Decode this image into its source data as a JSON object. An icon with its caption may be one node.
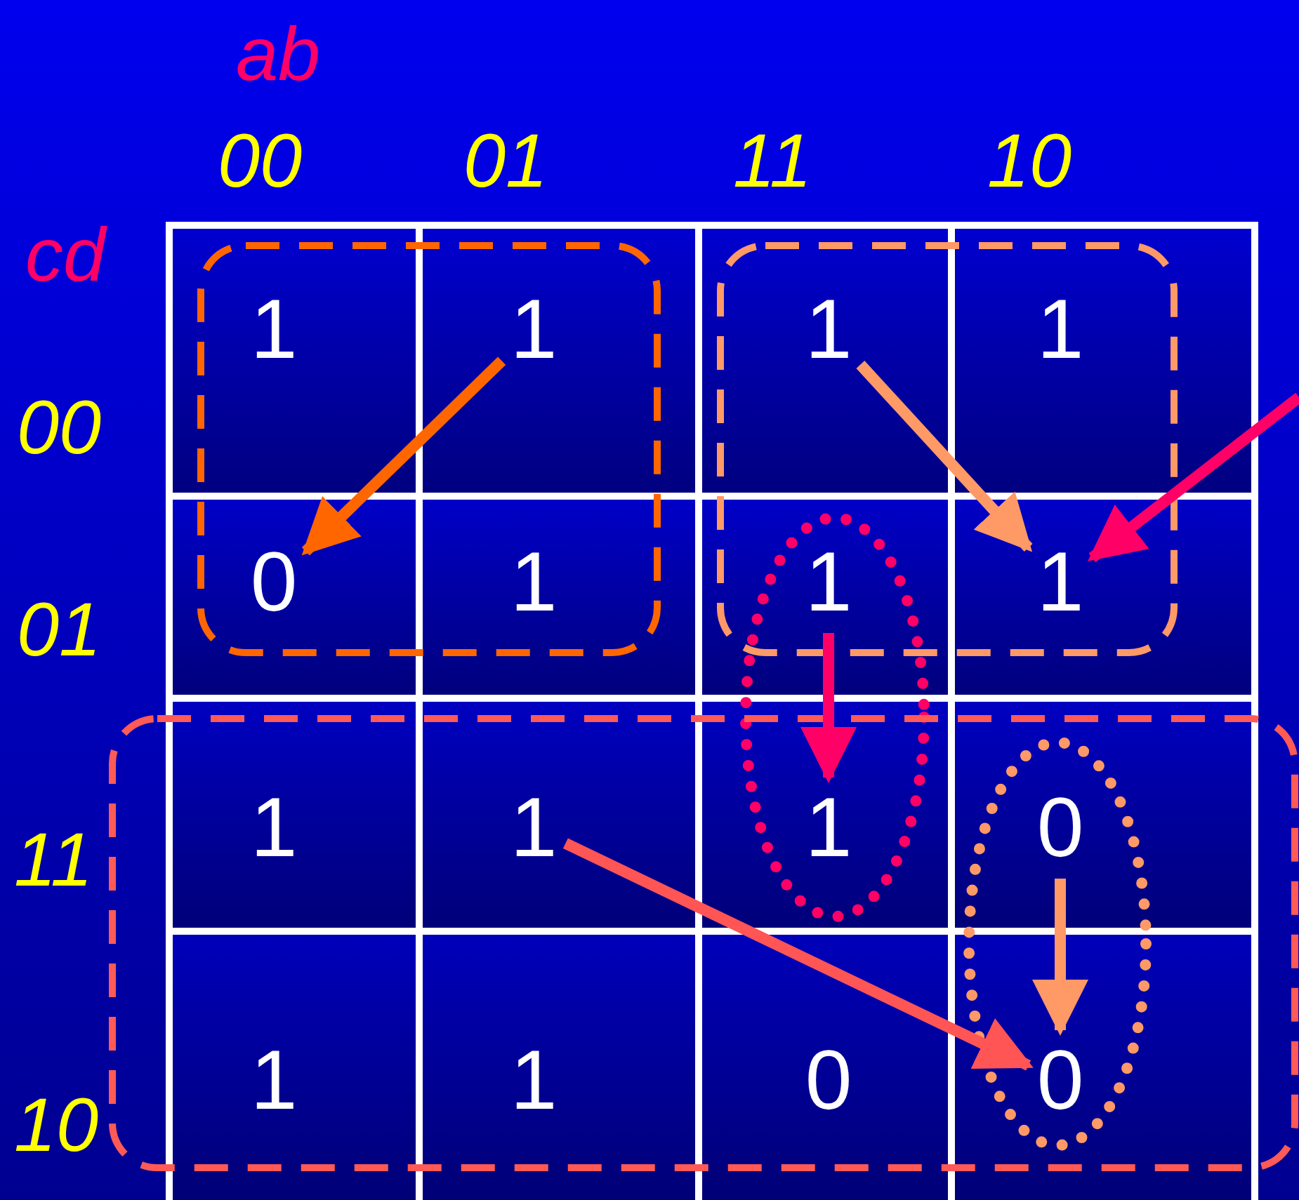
{
  "diagram": {
    "nodes": [
      {
        "text": [
          "1"
        ]
      },
      {
        "text": [
          "1"
        ]
      },
      {
        "text": [
          "1"
        ]
      },
      {
        "text": [
          "1"
        ]
      },
      {
        "text": [
          "0"
        ]
      },
      {
        "text": [
          "1"
        ]
      },
      {
        "text": [
          "1"
        ]
      },
      {
        "text": [
          "1"
        ]
      },
      {
        "text": [
          "1"
        ]
      },
      {
        "text": [
          "1"
        ]
      },
      {
        "text": [
          "1"
        ]
      },
      {
        "text": [
          "0"
        ]
      },
      {
        "text": [
          "1"
        ]
      },
      {
        "text": [
          "1"
        ]
      },
      {
        "text": [
          "0"
        ]
      },
      {
        "text": [
          "0"
        ]
      }
    ],
    "edges": [
      {
        "from": 1,
        "to": 4,
        "arrow": "to",
        "color": "#ff6600"
      },
      {
        "from": 2,
        "to": 7,
        "arrow": "to",
        "color": "#ff9966"
      },
      {
        "from": null,
        "to": 7,
        "arrow": "to",
        "color": "#ff0066"
      },
      {
        "from": 6,
        "to": 10,
        "arrow": "to",
        "color": "#ff0066"
      },
      {
        "from": 9,
        "to": 15,
        "arrow": "to",
        "color": "#ff5555"
      },
      {
        "from": 11,
        "to": 15,
        "arrow": "to",
        "color": "#ff9966"
      }
    ],
    "labels": [
      "ab",
      "00",
      "01",
      "11",
      "10",
      "cd",
      "00",
      "01",
      "11",
      "10"
    ]
  }
}
